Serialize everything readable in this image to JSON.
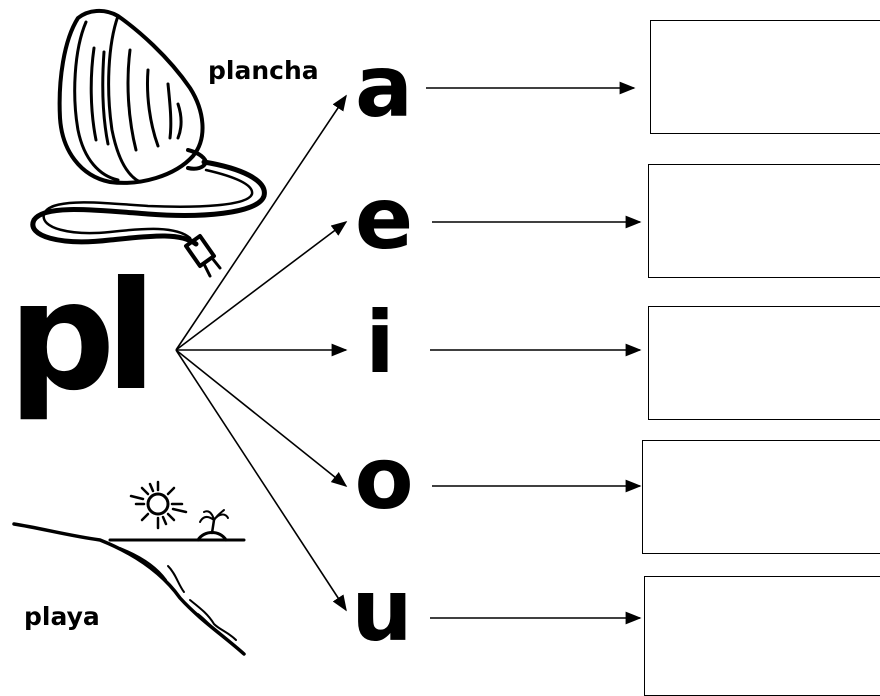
{
  "worksheet": {
    "stem": "pl",
    "vowels": [
      "a",
      "e",
      "i",
      "o",
      "u"
    ],
    "words": {
      "top": "plancha",
      "bottom": "playa"
    },
    "answer_boxes": [
      "",
      "",
      "",
      "",
      ""
    ]
  },
  "illustrations": {
    "top": "iron-icon",
    "bottom": "beach-icon"
  }
}
